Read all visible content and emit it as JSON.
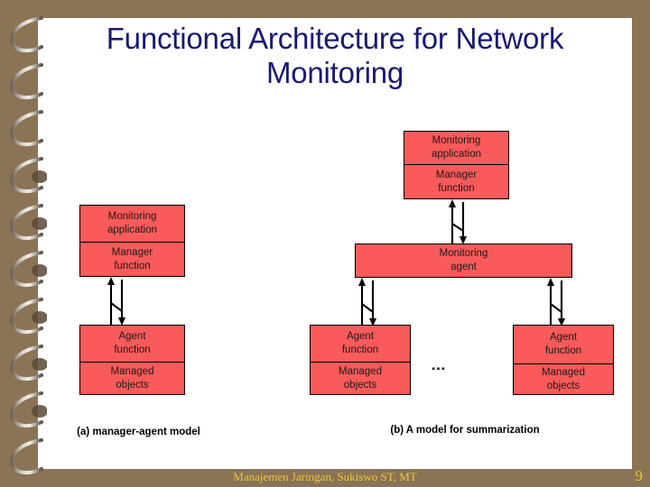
{
  "slide": {
    "title": "Functional Architecture for Network\nMonitoring",
    "title_color": "#191970",
    "background_color": "#8b7355",
    "page_color": "#ffffff",
    "box_fill_color": "#fa5a5a",
    "box_border_color": "#000000",
    "footer_text_color": "#e8c63a"
  },
  "diagram_a": {
    "caption": "(a) manager-agent model",
    "manager_box": {
      "line1": "Monitoring\napplication",
      "line2": "Manager\nfunction"
    },
    "agent_box": {
      "line1": "Agent\nfunction",
      "line2": "Managed\nobjects"
    }
  },
  "diagram_b": {
    "caption": "(b) A model for summarization",
    "manager_box": {
      "line1": "Monitoring\napplication",
      "line2": "Manager\nfunction"
    },
    "monitoring_agent_box": {
      "label": "Monitoring\nagent"
    },
    "agent_box_left": {
      "line1": "Agent\nfunction",
      "line2": "Managed\nobjects"
    },
    "agent_box_right": {
      "line1": "Agent\nfunction",
      "line2": "Managed\nobjects"
    },
    "ellipsis": "…"
  },
  "footer": {
    "text": "Manajemen Jaringan, Sukiswo ST, MT",
    "page_number": "9"
  }
}
